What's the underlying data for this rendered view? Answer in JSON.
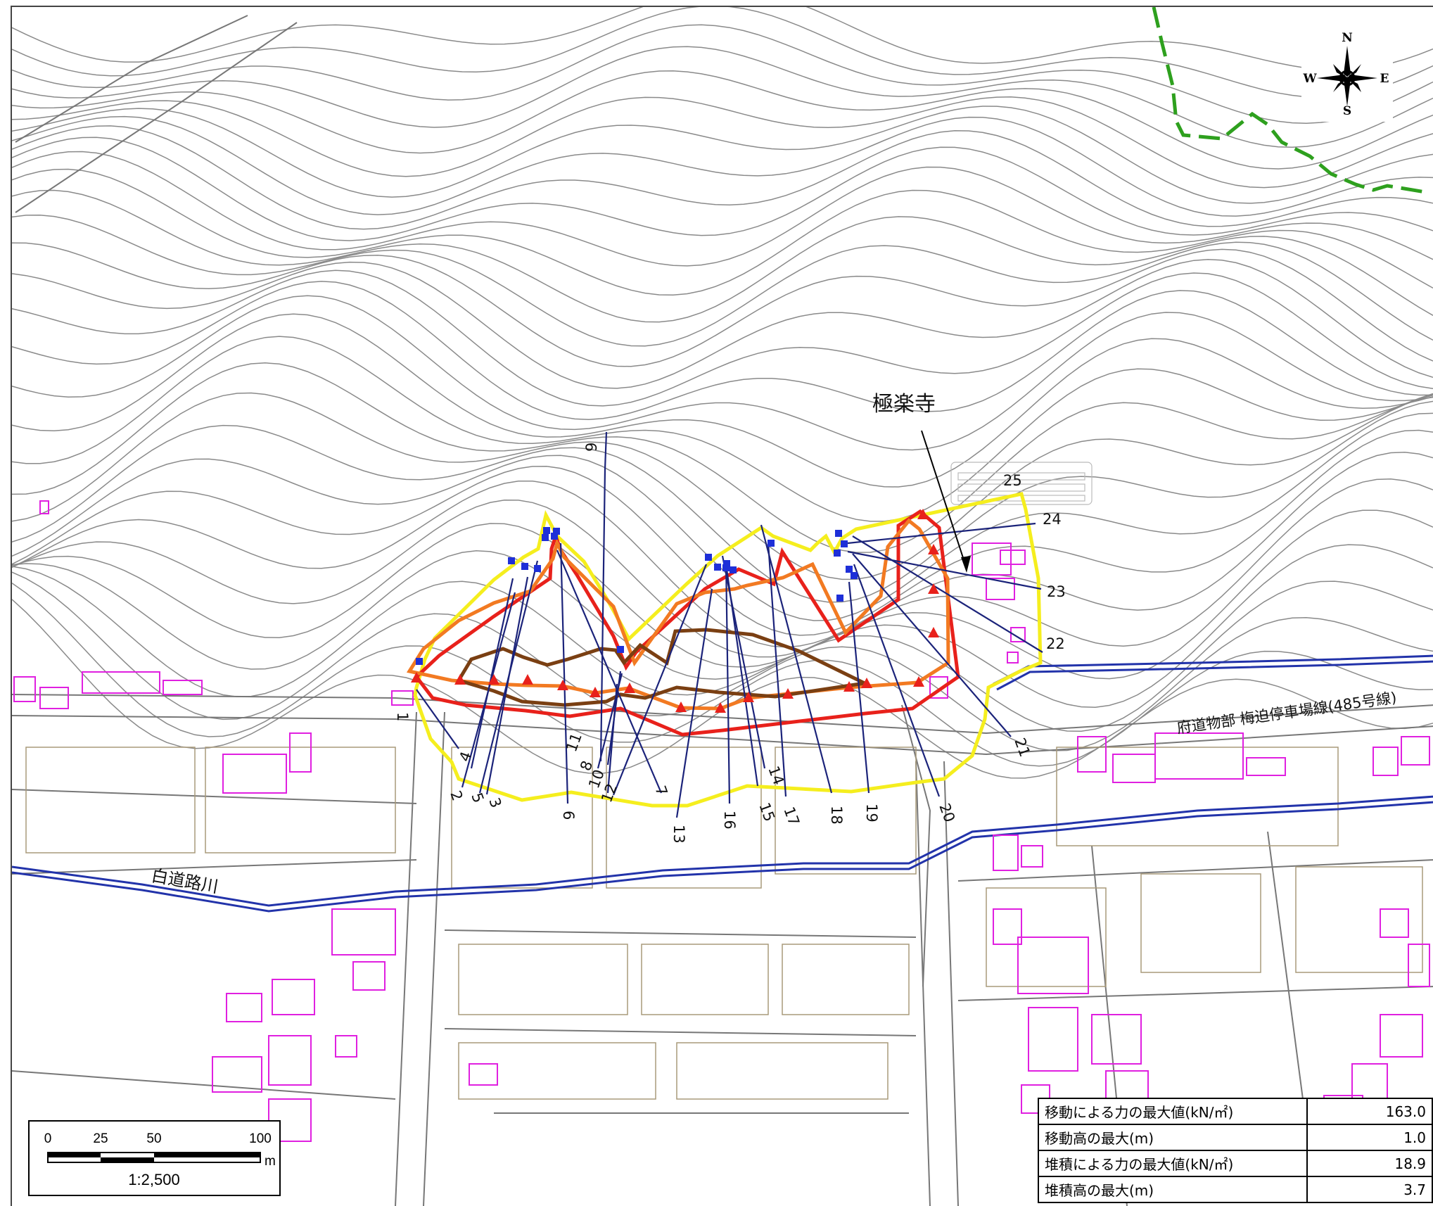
{
  "map": {
    "temple_label": "極楽寺",
    "river_label": "白道路川",
    "road_label": "府道物部 梅迫停車場線(485号線)",
    "section_numbers": [
      "1",
      "2",
      "3",
      "4",
      "5",
      "6",
      "7",
      "8",
      "9",
      "10",
      "11",
      "12",
      "13",
      "14",
      "15",
      "16",
      "17",
      "18",
      "19",
      "20",
      "21",
      "22",
      "23",
      "24",
      "25"
    ]
  },
  "compass": {
    "n": "N",
    "s": "S",
    "e": "E",
    "w": "W"
  },
  "scale": {
    "ticks": [
      "0",
      "25",
      "50",
      "100"
    ],
    "unit": "m",
    "ratio": "1:2,500"
  },
  "summary_table": {
    "rows": [
      {
        "label": "移動による力の最大値(kN/㎡)",
        "value": "163.0"
      },
      {
        "label": "移動高の最大(m)",
        "value": "1.0"
      },
      {
        "label": "堆積による力の最大値(kN/㎡)",
        "value": "18.9"
      },
      {
        "label": "堆積高の最大(m)",
        "value": "3.7"
      }
    ]
  },
  "colors": {
    "contour": "#8a8a8a",
    "zone_yellow": "#f5ee1e",
    "zone_red": "#e8211b",
    "zone_orange": "#f27a22",
    "zone_brown": "#7a3f12",
    "section_line": "#1b237a",
    "building": "#e020e0",
    "river": "#2233aa",
    "boundary_green": "#2ea01e"
  }
}
